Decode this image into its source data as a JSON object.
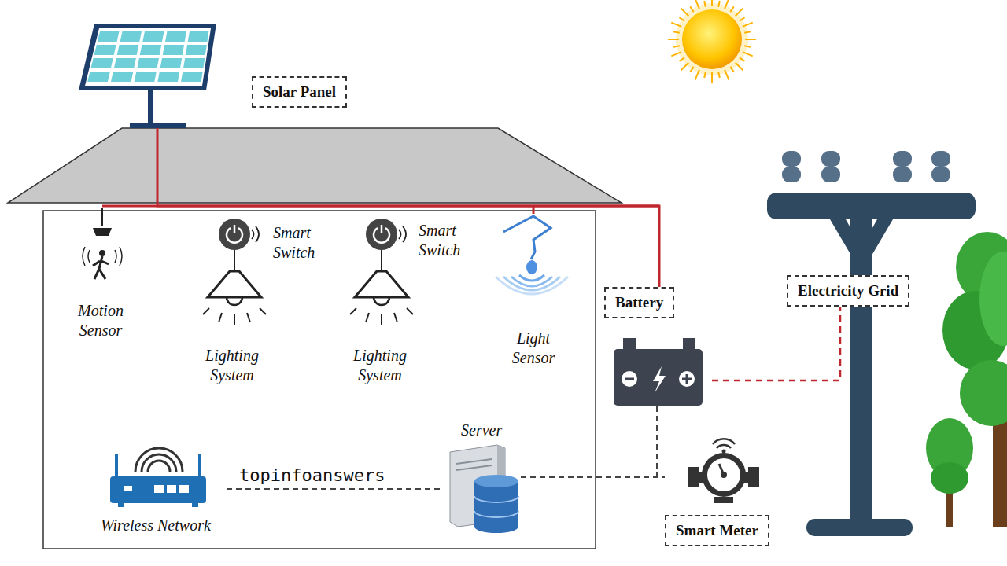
{
  "diagram": {
    "nodes": [
      {
        "text": [
          "Solar Panel"
        ]
      },
      {
        "text": [
          "Battery"
        ]
      },
      {
        "text": [
          "Electricity Grid"
        ]
      },
      {
        "text": [
          "Server"
        ]
      },
      {
        "text": [
          "Wireless Network"
        ]
      },
      {
        "text": [
          "Smart Meter"
        ]
      }
    ],
    "edges": [
      {
        "from": 0,
        "to": 1,
        "arrow": "none"
      },
      {
        "from": 1,
        "to": 2,
        "arrow": "none"
      },
      {
        "from": 4,
        "to": 3,
        "arrow": "none"
      },
      {
        "from": 3,
        "to": 5,
        "arrow": "none"
      },
      {
        "from": 1,
        "to": 5,
        "arrow": "none"
      }
    ],
    "labels": [
      "Smart Switch",
      "Smart Switch",
      "Motion Sensor",
      "Lighting System",
      "Lighting System",
      "Light Sensor",
      "topinfoanswers"
    ]
  }
}
